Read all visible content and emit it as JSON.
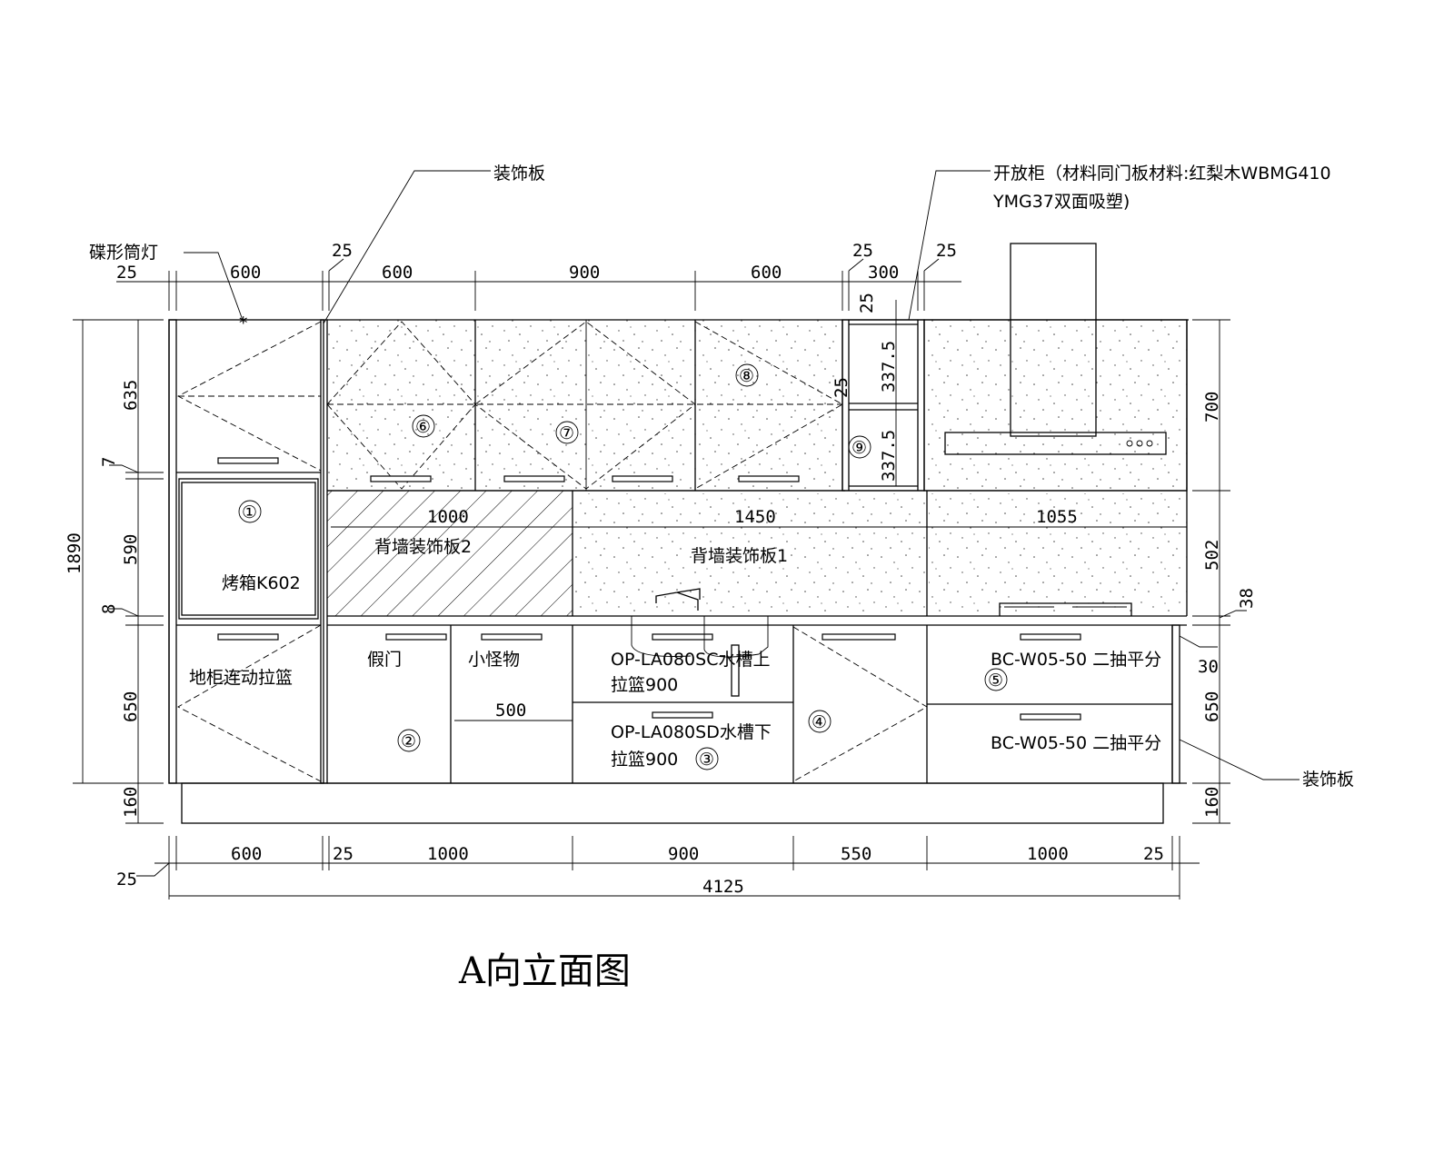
{
  "title": "A向立面图",
  "labels": {
    "top_dim_25_left": "25",
    "top_dim_600_a": "600",
    "top_dim_25_b": "25",
    "top_dim_600_b": "600",
    "top_dim_900": "900",
    "top_dim_600_c": "600",
    "top_dim_25_c": "25",
    "top_dim_300": "300",
    "top_dim_25_d": "25",
    "left_dim_635": "635",
    "left_dim_7": "7",
    "left_dim_590": "590",
    "left_dim_8": "8",
    "left_dim_650": "650",
    "left_dim_160": "160",
    "left_dim_1890": "1890",
    "right_dim_700": "700",
    "right_dim_502": "502",
    "right_dim_38": "38",
    "right_dim_30": "30",
    "right_dim_650": "650",
    "right_dim_160": "160",
    "open_dim_25_a": "25",
    "open_dim_337_a": "337.5",
    "open_dim_25_b": "25",
    "open_dim_337_b": "337.5",
    "bot_dim_25_left": "25",
    "bot_dim_600": "600",
    "bot_dim_25": "25",
    "bot_dim_1000_a": "1000",
    "bot_dim_900": "900",
    "bot_dim_550": "550",
    "bot_dim_1000_b": "1000",
    "bot_dim_25_right": "25",
    "bot_dim_total": "4125",
    "mid_dim_1000": "1000",
    "mid_dim_1450": "1450",
    "mid_dim_1055": "1055",
    "mid_dim_500": "500",
    "callout_deco_top": "装饰板",
    "callout_light": "碟形筒灯",
    "callout_open_1": "开放柜（材料同门板材料:红梨木WBMG410",
    "callout_open_2": "YMG37双面吸塑)",
    "callout_deco_right": "装饰板",
    "oven": "烤箱K602",
    "back_panel_2": "背墙装饰板2",
    "back_panel_1": "背墙装饰板1",
    "base_basket": "地柜连动拉篮",
    "fake_door": "假门",
    "little_monster": "小怪物",
    "sink_up_1": "OP-LA080SC水槽上",
    "sink_up_2": "拉篮900",
    "sink_down_1": "OP-LA080SD水槽下",
    "sink_down_2": "拉篮900",
    "drawer_1": "BC-W05-50 二抽平分",
    "drawer_2": "BC-W05-50 二抽平分",
    "n1": "①",
    "n2": "②",
    "n3": "③",
    "n4": "④",
    "n5": "⑤",
    "n6": "⑥",
    "n7": "⑦",
    "n8": "⑧",
    "n9": "⑨"
  }
}
